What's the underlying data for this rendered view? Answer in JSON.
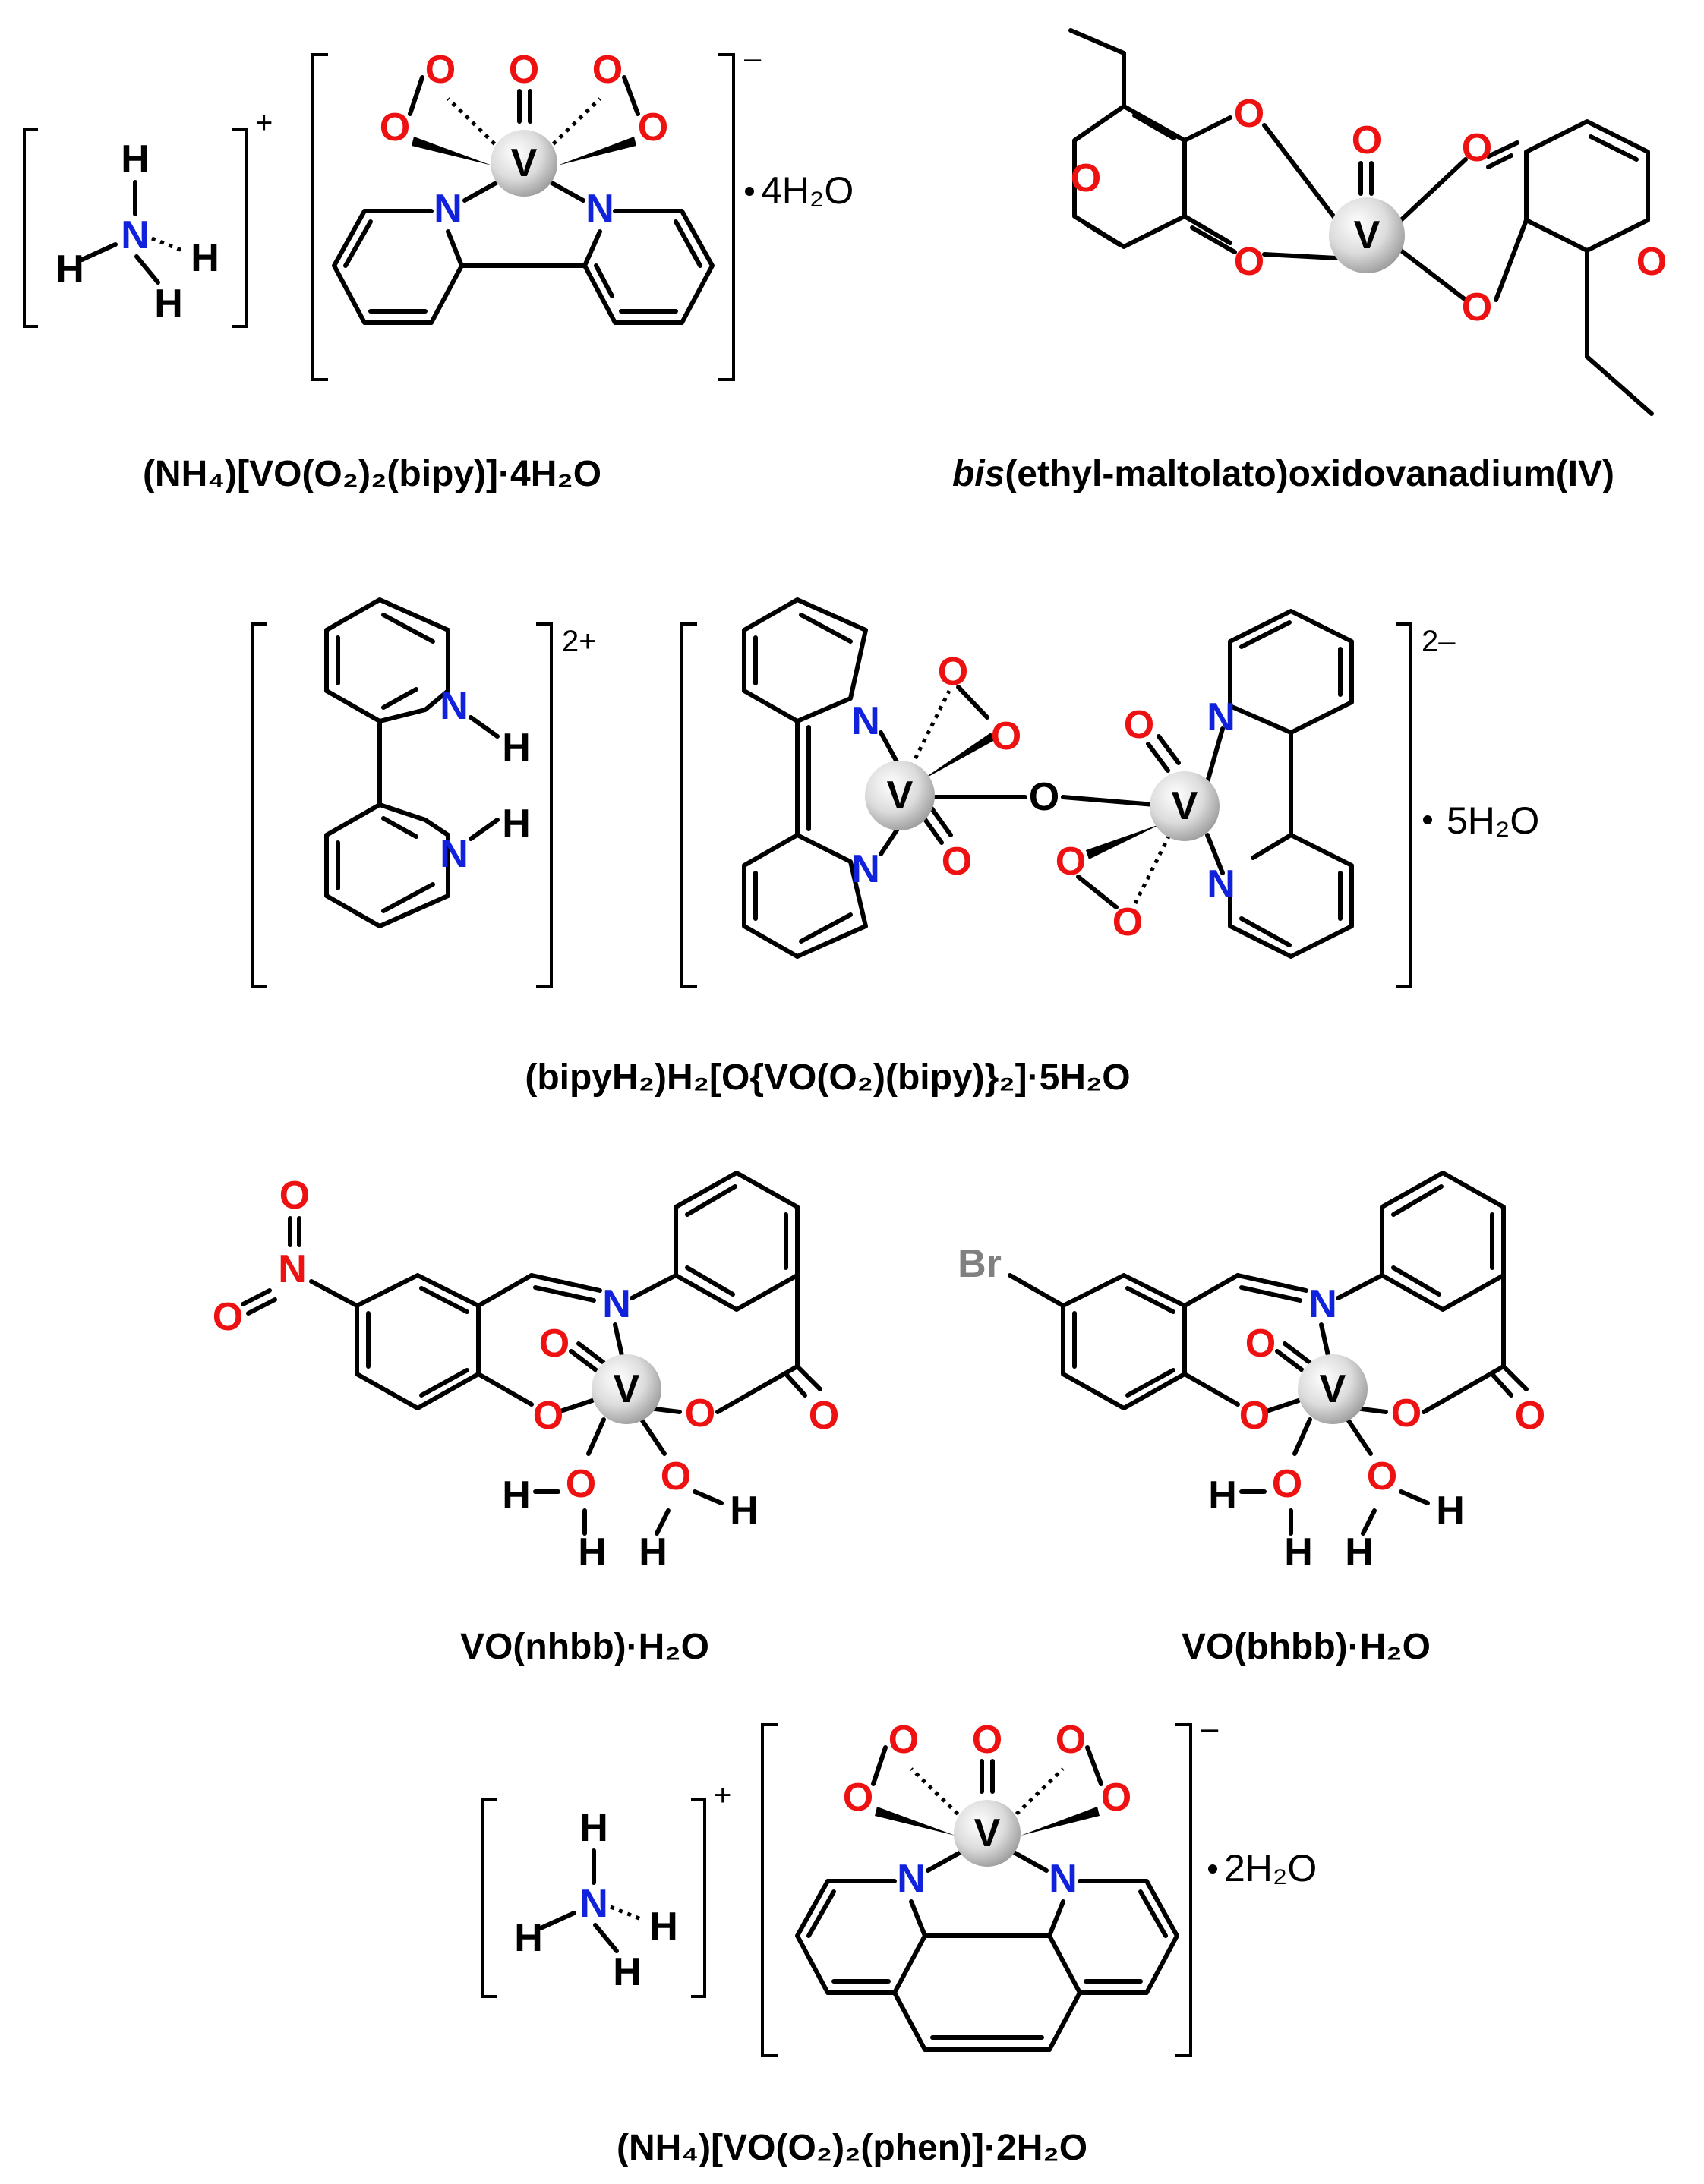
{
  "labels": {
    "element_V": "V",
    "element_O": "O",
    "element_N": "N",
    "element_H": "H",
    "element_Br": "Br",
    "water4": "4H₂O",
    "water5": "5H₂O",
    "water2": "2H₂O",
    "charge_plus": "+",
    "charge_minus": "–",
    "charge_2plus": "2+",
    "charge_2minus": "2–"
  },
  "captions": [
    "(NH₄)[VO(O₂)₂(bipy)]·4H₂O",
    "bis(ethyl-maltolato)oxidovanadium(IV)",
    "(bipyH₂)H₂[O{VO(O₂)(bipy)}₂]·5H₂O",
    "VO(nhbb)·H₂O",
    "VO(bhbb)·H₂O",
    "(NH₄)[VO(O₂)₂(phen)]·2H₂O"
  ],
  "caption_bis_italic": "bis",
  "caption_bis_rest": "(ethyl-maltolato)oxidovanadium(IV)",
  "colors": {
    "oxygen": "#ee1111",
    "nitrogen": "#1122dd",
    "bromine": "#808080",
    "bond": "#000000",
    "vanadium_sphere": "#d9d9d9"
  }
}
